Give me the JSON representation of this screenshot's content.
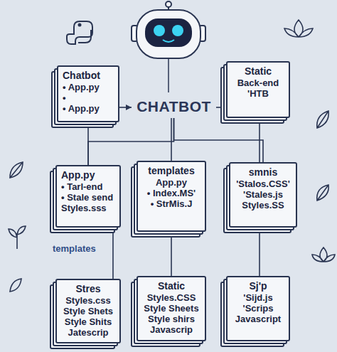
{
  "diagram": {
    "nodes": [
      {
        "text": [
          "Chatbot",
          "• App.py",
          "•",
          "• App.py"
        ]
      },
      {
        "text": [
          "CHATBOT"
        ]
      },
      {
        "text": [
          "Static",
          "Back-end",
          "'HTB"
        ]
      },
      {
        "text": [
          "App.py",
          "• Tarl-end",
          "• Stale send",
          "Styles.sss"
        ]
      },
      {
        "text": [
          "templates",
          "App.py",
          "• Index.MS'",
          "• StrMis.J"
        ]
      },
      {
        "text": [
          "smnis",
          "'Stalos.CSS'",
          "'Stales.js",
          "Styles.SS"
        ]
      },
      {
        "text": [
          "Stres",
          "Styles.css",
          "Style Shets",
          "Style Shits",
          "Jatescrip"
        ]
      },
      {
        "text": [
          "Static",
          "Styles.CSS",
          "Style Sheets",
          "Style shirs",
          "Javascrip"
        ]
      },
      {
        "text": [
          "Sj'p",
          "'Sijd.js",
          "'Scrips",
          "Javascript"
        ]
      }
    ],
    "edges": [
      {
        "from": 0,
        "to": 1,
        "arrow": "to"
      },
      {
        "from": 1,
        "to": 2,
        "arrow": "none"
      },
      {
        "from": 1,
        "to": 3,
        "arrow": "none"
      },
      {
        "from": 1,
        "to": 4,
        "arrow": "none"
      },
      {
        "from": 1,
        "to": 5,
        "arrow": "none"
      },
      {
        "from": 0,
        "to": 3,
        "arrow": "none"
      },
      {
        "from": 2,
        "to": 5,
        "arrow": "none"
      },
      {
        "from": 3,
        "to": 6,
        "arrow": "none"
      },
      {
        "from": 4,
        "to": 7,
        "arrow": "none"
      },
      {
        "from": 5,
        "to": 8,
        "arrow": "none"
      }
    ],
    "labels": [
      "templates"
    ]
  }
}
